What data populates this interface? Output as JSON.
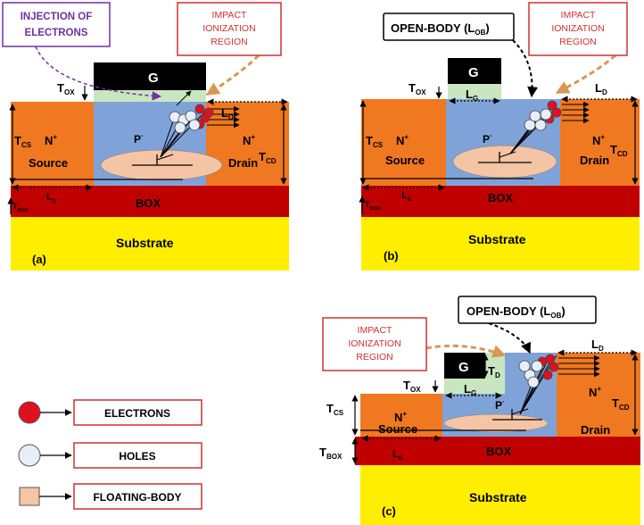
{
  "colors": {
    "substrate": "#ffee00",
    "box_layer": "#c00000",
    "source_drain": "#f07820",
    "body": "#7fa3d9",
    "gate": "#000000",
    "oxide": "#c8e6c0",
    "floating_body": "#f4c4a4",
    "electron": "#e01020",
    "hole": "#e8eef7",
    "callout_red": "#d03030",
    "callout_purple": "#7030a0",
    "arrow_orange": "#d89850"
  },
  "labels": {
    "gate": "G",
    "substrate": "Substrate",
    "box": "BOX",
    "source": "Source",
    "drain": "Drain",
    "n_plus": "N",
    "plus": "+",
    "p_minus": "P",
    "minus": "-",
    "t": "T",
    "l": "L",
    "sub_ox": "OX",
    "sub_cs": "CS",
    "sub_cd": "CD",
    "sub_box": "BOX",
    "sub_d": "D",
    "sub_g": "G",
    "sub_s": "S",
    "sub_ob": "OB"
  },
  "panels": {
    "a": {
      "tag": "(a)"
    },
    "b": {
      "tag": "(b)"
    },
    "c": {
      "tag": "(c)"
    }
  },
  "callouts": {
    "injection": [
      "INJECTION OF",
      "ELECTRONS"
    ],
    "impact": [
      "IMPACT",
      "IONIZATION",
      "REGION"
    ],
    "open_body_prefix": "OPEN-BODY (L",
    "open_body_suffix": ")"
  },
  "legend": [
    {
      "icon": "electron",
      "label": "ELECTRONS"
    },
    {
      "icon": "hole",
      "label": "HOLES"
    },
    {
      "icon": "floating-body",
      "label": "FLOATING-BODY"
    }
  ]
}
